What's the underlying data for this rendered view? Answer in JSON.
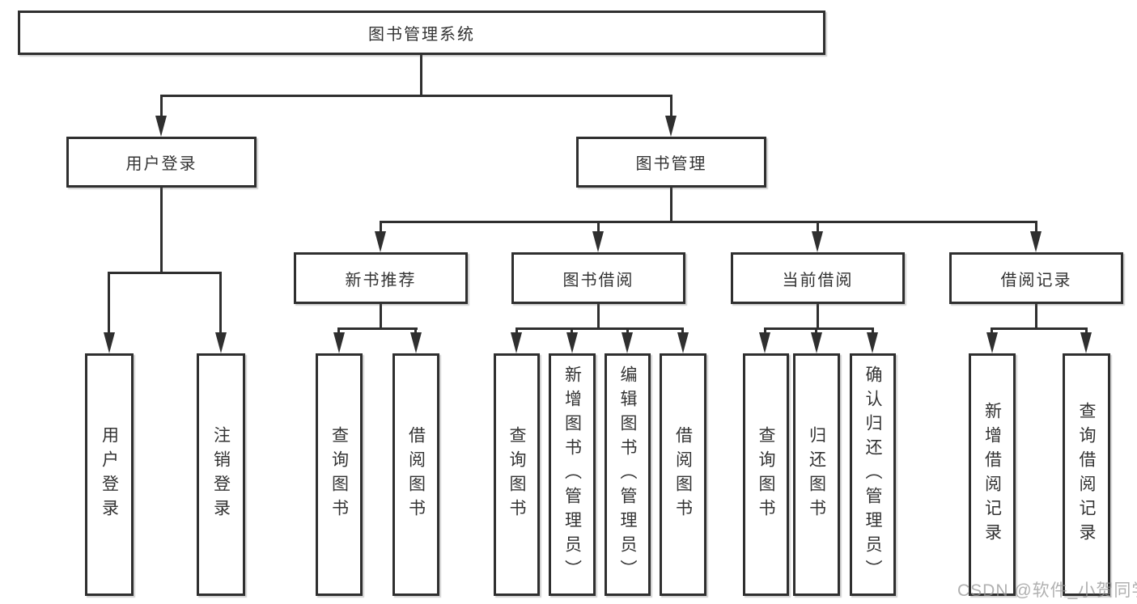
{
  "nodes": {
    "root": {
      "label": "图书管理系统"
    },
    "user_login": {
      "label": "用户登录"
    },
    "book_mgmt": {
      "label": "图书管理"
    },
    "new_books": {
      "label": "新书推荐"
    },
    "book_borrow": {
      "label": "图书借阅"
    },
    "current_borrow": {
      "label": "当前借阅"
    },
    "borrow_records": {
      "label": "借阅记录"
    },
    "leaf_user_login": {
      "label": "用户登录"
    },
    "leaf_logout": {
      "label": "注销登录"
    },
    "leaf_nb_query": {
      "label": "查询图书"
    },
    "leaf_nb_borrow": {
      "label": "借阅图书"
    },
    "leaf_bb_query": {
      "label": "查询图书"
    },
    "leaf_bb_add": {
      "label": "新增图书（管理员）"
    },
    "leaf_bb_edit": {
      "label": "编辑图书（管理员）"
    },
    "leaf_bb_borrow": {
      "label": "借阅图书"
    },
    "leaf_cb_query": {
      "label": "查询图书"
    },
    "leaf_cb_return": {
      "label": "归还图书"
    },
    "leaf_cb_confirm": {
      "label": "确认归还（管理员）"
    },
    "leaf_br_add": {
      "label": "新增借阅记录"
    },
    "leaf_br_query": {
      "label": "查询借阅记录"
    }
  },
  "structure": {
    "图书管理系统": {
      "用户登录": [
        "用户登录",
        "注销登录"
      ],
      "图书管理": {
        "新书推荐": [
          "查询图书",
          "借阅图书"
        ],
        "图书借阅": [
          "查询图书",
          "新增图书（管理员）",
          "编辑图书（管理员）",
          "借阅图书"
        ],
        "当前借阅": [
          "查询图书",
          "归还图书",
          "确认归还（管理员）"
        ],
        "借阅记录": [
          "新增借阅记录",
          "查询借阅记录"
        ]
      }
    }
  },
  "watermark": "CSDN @软件_小贺同学",
  "colors": {
    "line": "#2f2f2f",
    "box_border": "#2f2f2f",
    "text": "#333333",
    "watermark": "#b5b5b5",
    "background": "#ffffff"
  }
}
